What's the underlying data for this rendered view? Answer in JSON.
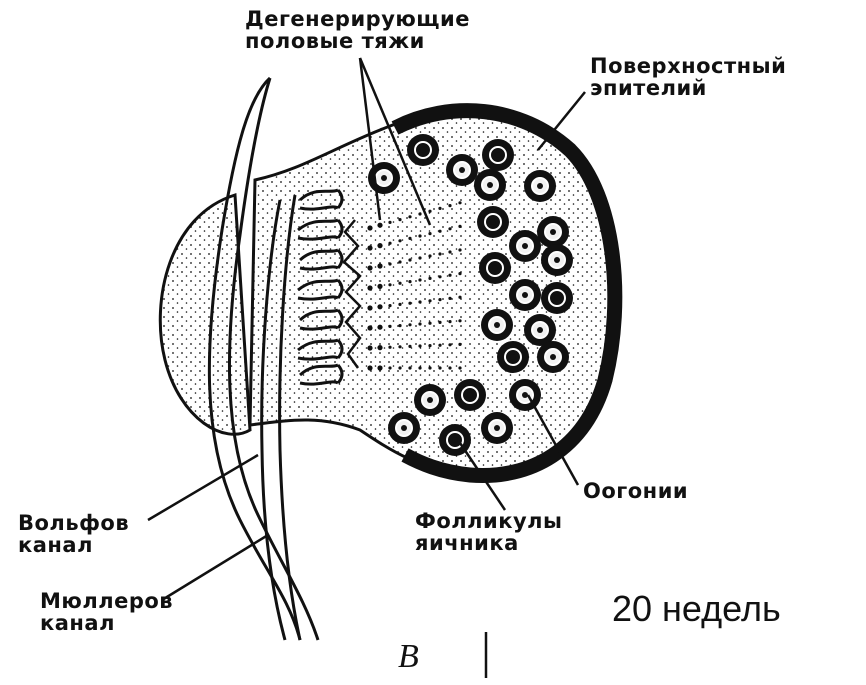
{
  "labels": {
    "degenerating_cords": [
      "Дегенерирующие",
      "половые тяжи"
    ],
    "surface_epithelium": [
      "Поверхностный",
      "эпителий"
    ],
    "oogonia": "Оогонии",
    "follicles": [
      "Фолликулы",
      "яичника"
    ],
    "wolffian_duct": [
      "Вольфов",
      "канал"
    ],
    "mullerian_duct": [
      "Мюллеров",
      "канал"
    ]
  },
  "caption": "20 недель",
  "panel_letter": "B",
  "colors": {
    "ink": "#111111",
    "background": "#ffffff"
  }
}
